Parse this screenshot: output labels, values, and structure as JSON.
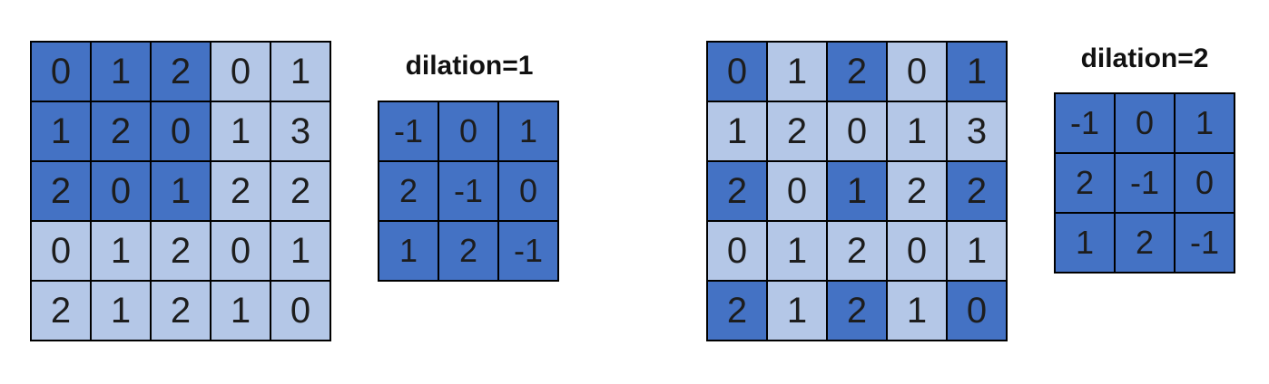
{
  "colors": {
    "highlight_cell": "#4472C4",
    "plain_cell": "#B4C7E7",
    "grid_border": "#000000",
    "background": "#FFFFFF"
  },
  "figure": {
    "left": {
      "input_grid": {
        "values": [
          [
            0,
            1,
            2,
            0,
            1
          ],
          [
            1,
            2,
            0,
            1,
            3
          ],
          [
            2,
            0,
            1,
            2,
            2
          ],
          [
            0,
            1,
            2,
            0,
            1
          ],
          [
            2,
            1,
            2,
            1,
            0
          ]
        ],
        "highlight": [
          [
            1,
            1,
            1,
            0,
            0
          ],
          [
            1,
            1,
            1,
            0,
            0
          ],
          [
            1,
            1,
            1,
            0,
            0
          ],
          [
            0,
            0,
            0,
            0,
            0
          ],
          [
            0,
            0,
            0,
            0,
            0
          ]
        ]
      },
      "kernel": {
        "title": "dilation=1",
        "values": [
          [
            -1,
            0,
            1
          ],
          [
            2,
            -1,
            0
          ],
          [
            1,
            2,
            -1
          ]
        ]
      }
    },
    "right": {
      "input_grid": {
        "values": [
          [
            0,
            1,
            2,
            0,
            1
          ],
          [
            1,
            2,
            0,
            1,
            3
          ],
          [
            2,
            0,
            1,
            2,
            2
          ],
          [
            0,
            1,
            2,
            0,
            1
          ],
          [
            2,
            1,
            2,
            1,
            0
          ]
        ],
        "highlight": [
          [
            1,
            0,
            1,
            0,
            1
          ],
          [
            0,
            0,
            0,
            0,
            0
          ],
          [
            1,
            0,
            1,
            0,
            1
          ],
          [
            0,
            0,
            0,
            0,
            0
          ],
          [
            1,
            0,
            1,
            0,
            1
          ]
        ]
      },
      "kernel": {
        "title": "dilation=2",
        "values": [
          [
            -1,
            0,
            1
          ],
          [
            2,
            -1,
            0
          ],
          [
            1,
            2,
            -1
          ]
        ]
      }
    }
  }
}
